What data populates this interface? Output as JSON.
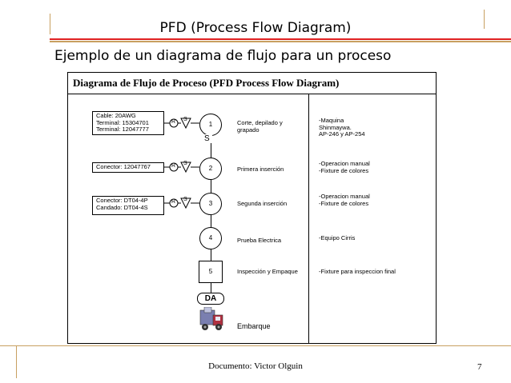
{
  "slide": {
    "title": "PFD (Process Flow Diagram)",
    "subtitle": "Ejemplo de un diagrama de flujo para un proceso",
    "footer": "Documento: Victor Olguin",
    "page_number": "7"
  },
  "diagram": {
    "title": "Diagrama de Flujo de Proceso (PFD Process Flow Diagram)",
    "inputs": [
      {
        "lines": [
          "Cable: 20AWG",
          "Terminal: 15304701",
          "Terminal: 12047777"
        ]
      },
      {
        "lines": [
          "Conector: 12047767"
        ]
      },
      {
        "lines": [
          "Conector: DT04-4P",
          "Candado: DT04-4S"
        ]
      }
    ],
    "receive_label": "R",
    "store_label": "S",
    "steps": [
      {
        "num": "1",
        "desc": [
          "Corte, depilado y",
          "grapado"
        ],
        "equipment": [
          "-Maquina",
          "Shinmaywa.",
          "AP-246 y AP-254"
        ]
      },
      {
        "num": "2",
        "desc": [
          "Primera inserción"
        ],
        "equipment": [
          "-Operacion manual",
          "-Fixture de colores"
        ]
      },
      {
        "num": "3",
        "desc": [
          "Segunda inserción"
        ],
        "equipment": [
          "-Operacion manual",
          "-Fixture de colores"
        ]
      },
      {
        "num": "4",
        "desc": [
          "Prueba Electrica"
        ],
        "equipment": [
          "-Equipo Cirris"
        ]
      },
      {
        "num": "5",
        "desc": [
          "Inspección y Empaque"
        ],
        "equipment": [
          "-Fixture para inspeccion final"
        ]
      }
    ],
    "storage_step": "S",
    "final_box": "DA",
    "shipping": "Embarque"
  }
}
